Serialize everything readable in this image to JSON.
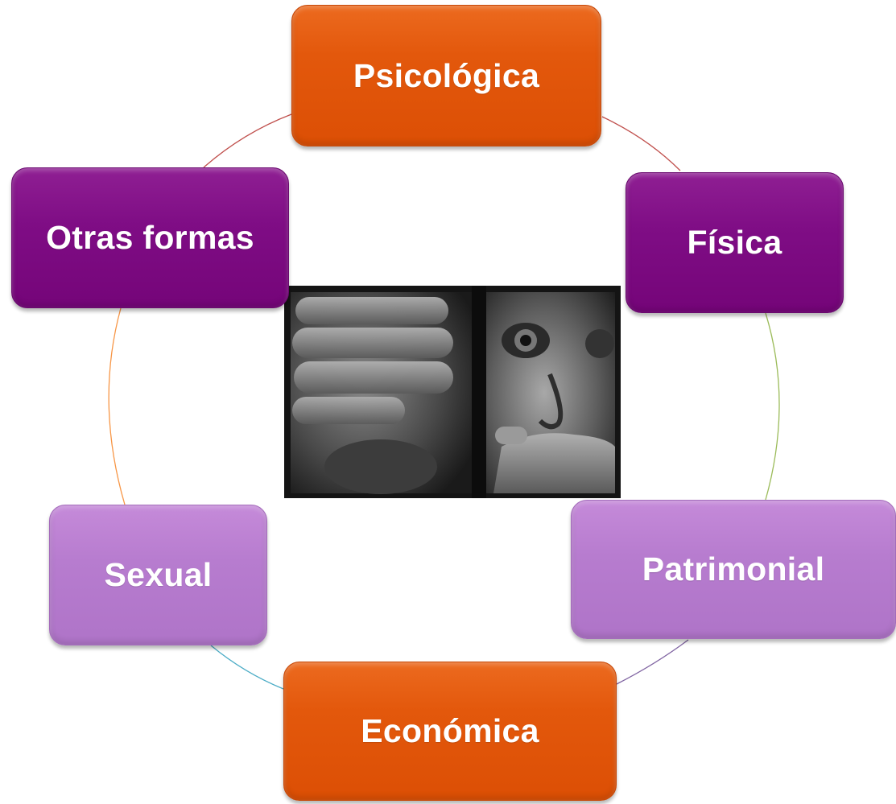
{
  "diagram": {
    "nodes": [
      {
        "id": "psicologica",
        "label": "Psicológica",
        "color": "#e0540a"
      },
      {
        "id": "fisica",
        "label": "Física",
        "color": "#7b0a80"
      },
      {
        "id": "patrimonial",
        "label": "Patrimonial",
        "color": "#b47ccd"
      },
      {
        "id": "economica",
        "label": "Económica",
        "color": "#e0540a"
      },
      {
        "id": "sexual",
        "label": "Sexual",
        "color": "#b47ccd"
      },
      {
        "id": "otras",
        "label": "Otras formas",
        "color": "#7b0a80"
      }
    ],
    "connector_colors": [
      "#c0504d",
      "#9bbb59",
      "#8064a2",
      "#4bacc6",
      "#f79646"
    ]
  },
  "center_image": {
    "icon": "photo-hands-covering-mouth-and-eyes"
  }
}
